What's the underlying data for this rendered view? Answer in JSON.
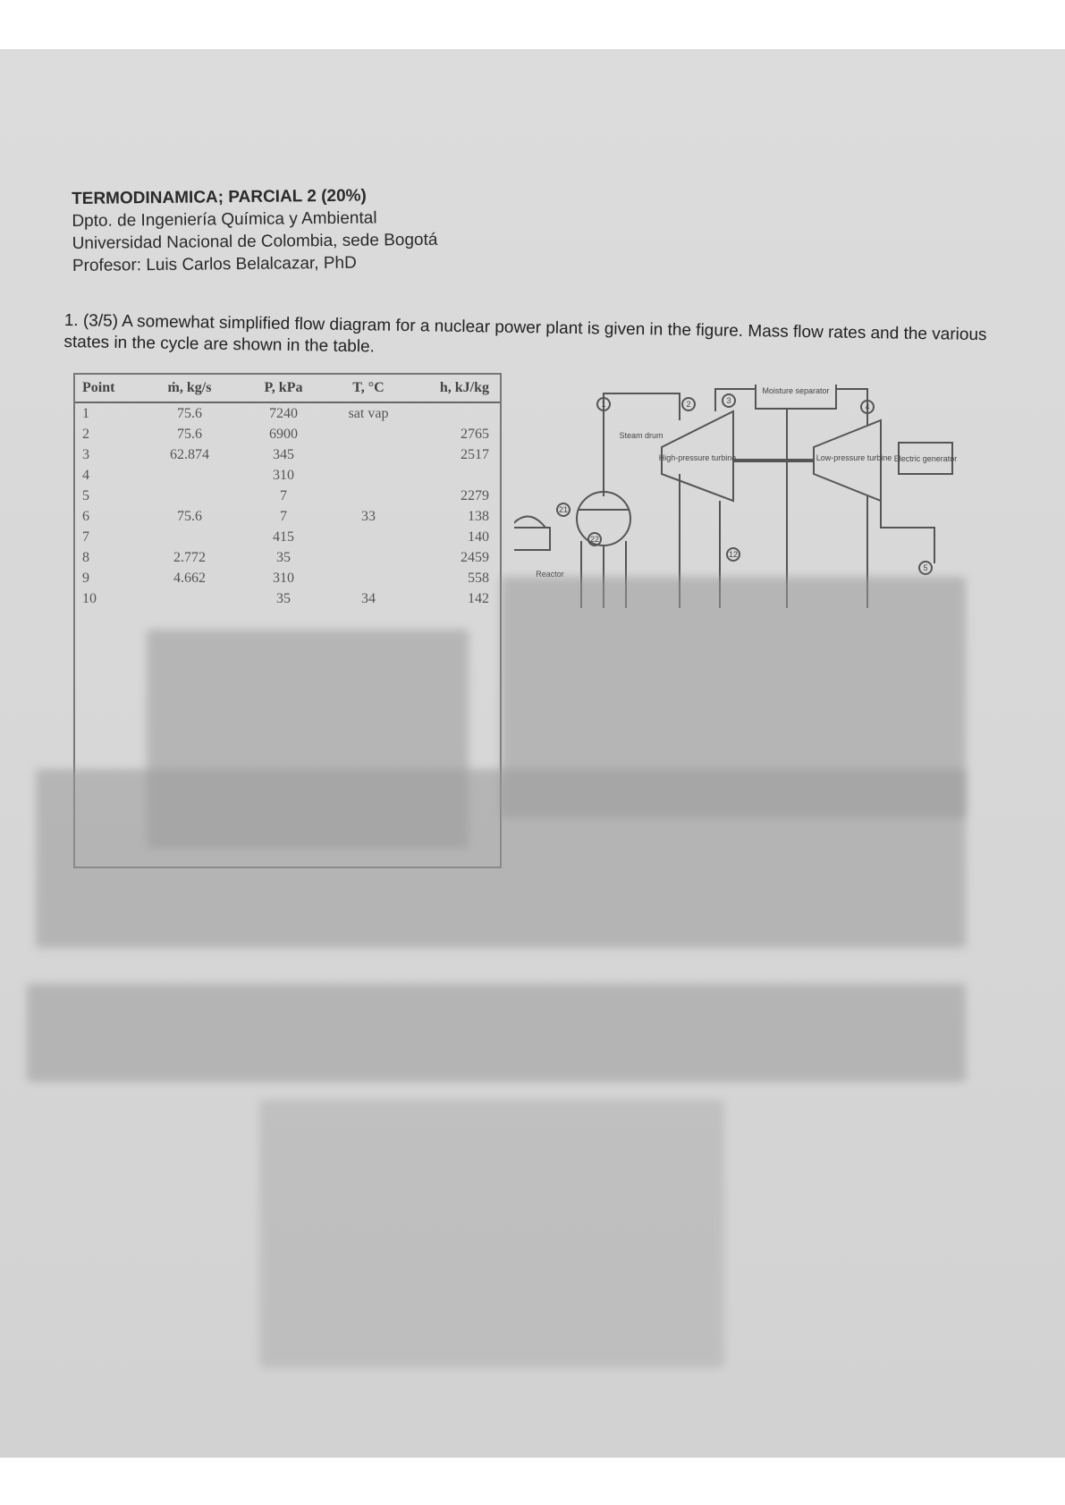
{
  "header": {
    "title": "TERMODINAMICA; PARCIAL 2 (20%)",
    "department": "Dpto. de Ingeniería Química y Ambiental",
    "university": "Universidad Nacional de Colombia, sede Bogotá",
    "professor": "Profesor: Luis Carlos Belalcazar, PhD"
  },
  "question1": {
    "text": "1. (3/5) A somewhat simplified flow diagram for a nuclear power plant is given in the figure. Mass flow rates and the various states in the cycle are shown in the table."
  },
  "table": {
    "columns": [
      "Point",
      "ṁ, kg/s",
      "P, kPa",
      "T, °C",
      "h, kJ/kg"
    ],
    "rows": [
      [
        "1",
        "75.6",
        "7240",
        "sat vap",
        ""
      ],
      [
        "2",
        "75.6",
        "6900",
        "",
        "2765"
      ],
      [
        "3",
        "62.874",
        "345",
        "",
        "2517"
      ],
      [
        "4",
        "",
        "310",
        "",
        ""
      ],
      [
        "5",
        "",
        "7",
        "",
        "2279"
      ],
      [
        "6",
        "75.6",
        "7",
        "33",
        "138"
      ],
      [
        "7",
        "",
        "415",
        "",
        "140"
      ],
      [
        "8",
        "2.772",
        "35",
        "",
        "2459"
      ],
      [
        "9",
        "4.662",
        "310",
        "",
        "558"
      ],
      [
        "10",
        "",
        "35",
        "34",
        "142"
      ]
    ]
  },
  "diagram": {
    "labels": {
      "moisture": "Moisture separator",
      "steam_drum": "Steam drum",
      "hp_turbine": "High-pressure turbine",
      "lp_turbine": "Low-pressure turbine",
      "generator": "Electric generator",
      "reactor": "Reactor"
    },
    "state_points": [
      "1",
      "2",
      "3",
      "4",
      "5",
      "12",
      "21",
      "22"
    ]
  }
}
